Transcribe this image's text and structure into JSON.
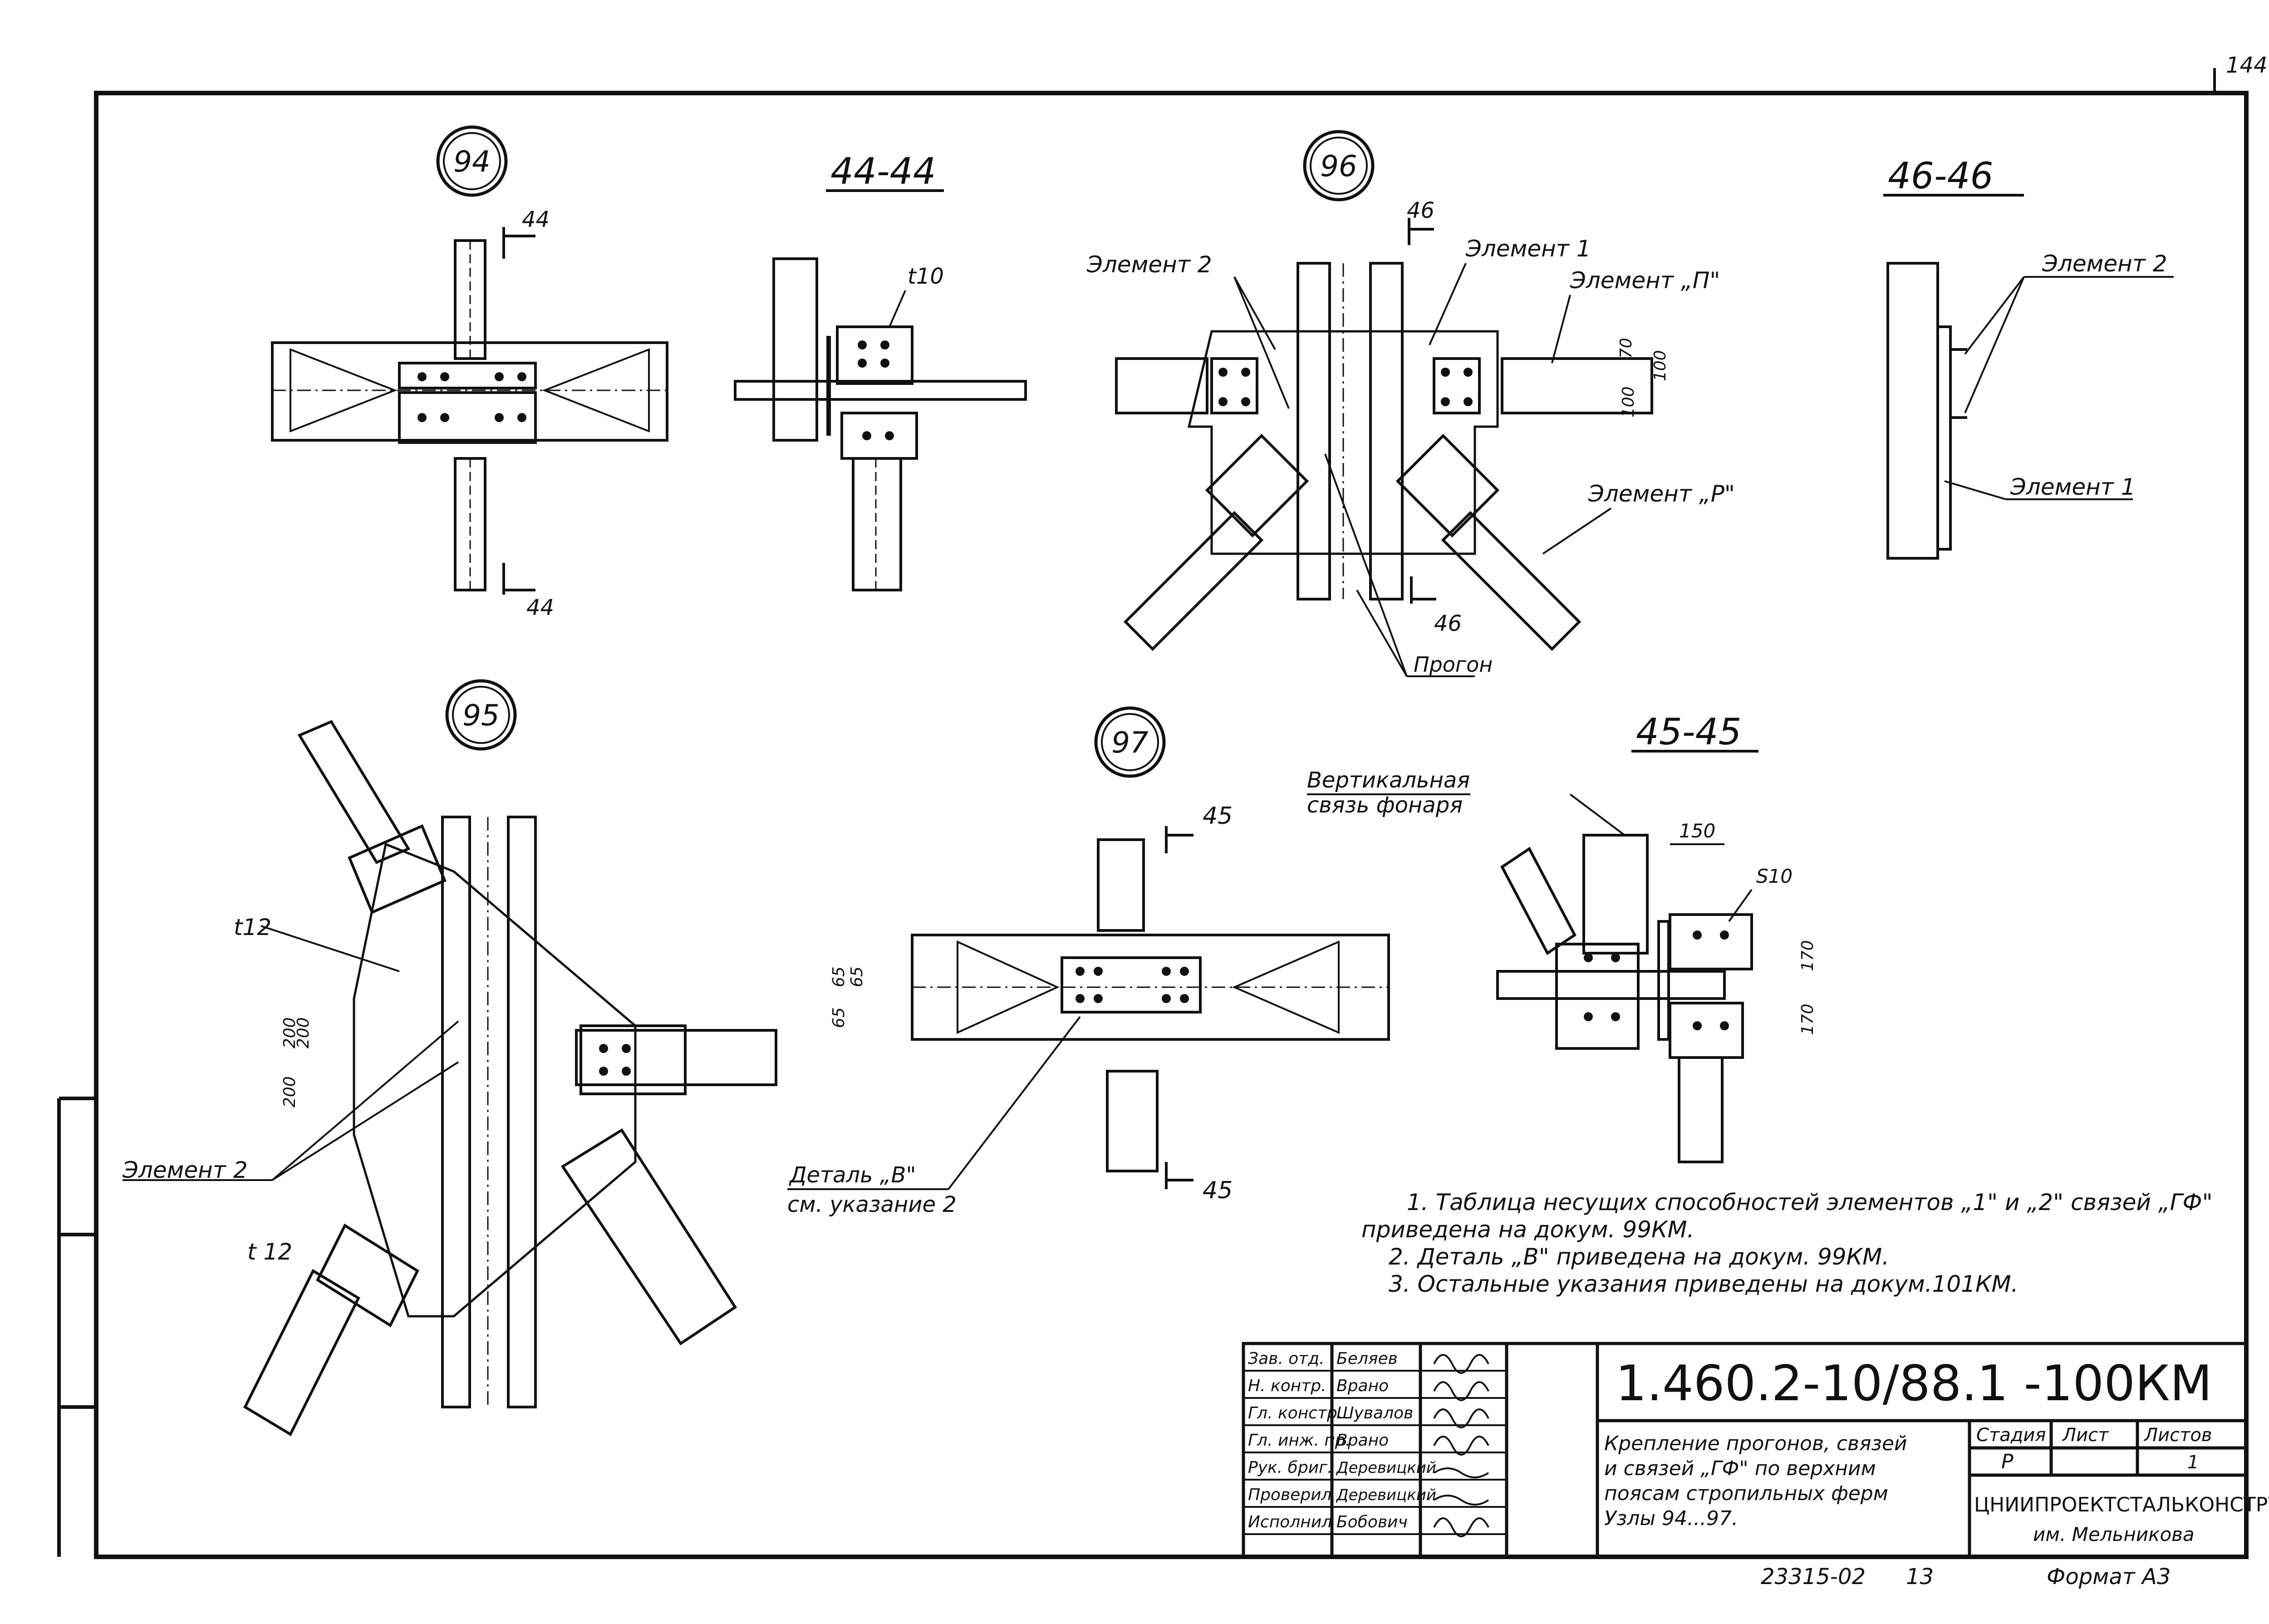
{
  "sheet": {
    "page_number": "144",
    "designation": "1.460.2-10/88.1 -100КМ",
    "archive_number": "23315-02",
    "archive_suffix": "13",
    "format": "Формат А3"
  },
  "nodes": [
    {
      "id": "node-94",
      "label": "94"
    },
    {
      "id": "node-95",
      "label": "95"
    },
    {
      "id": "node-96",
      "label": "96"
    },
    {
      "id": "node-97",
      "label": "97"
    }
  ],
  "sections": {
    "s44": "44-44",
    "s46": "46-46",
    "s45": "45-45",
    "cut44": "44",
    "cut46": "46",
    "cut45": "45"
  },
  "labels": {
    "t10": "t10",
    "t12a": "t12",
    "t12b": "t 12",
    "element2": "Элемент 2",
    "element1": "Элемент 1",
    "elementP": "Элемент „П\"",
    "elementR": "Элемент „Р\"",
    "progon": "Прогон",
    "vert_line1": "Вертикальная",
    "vert_line2": "связь фонаря",
    "detail_line1": "Деталь „В\"",
    "detail_line2": "см. указание 2",
    "s10": "S10"
  },
  "dims": {
    "d70": "70",
    "d100": "100",
    "d200": "200",
    "d65": "65",
    "d150": "150",
    "d170": "170"
  },
  "notes": [
    "1. Таблица несущих способностей элементов „1\" и „2\" связей „ГФ\"",
    "приведена на докум. 99КМ.",
    "2. Деталь „В\" приведена на докум. 99КМ.",
    "3. Остальные указания приведены на докум.101КМ."
  ],
  "title_block": {
    "roles": [
      "Зав. отд.",
      "Н. контр.",
      "Гл. констр.",
      "Гл. инж. пр.",
      "Рук. бриг.",
      "Проверил",
      "Исполнил"
    ],
    "names": [
      "Беляев",
      "Врано",
      "Шувалов",
      "Врано",
      "Деревицкий",
      "Деревицкий",
      "Бобович"
    ],
    "description": [
      "Крепление прогонов, связей",
      "и связей „ГФ\" по верхним",
      "поясам стропильных ферм",
      "Узлы 94...97."
    ],
    "stage_header": "Стадия",
    "sheet_header": "Лист",
    "sheets_header": "Листов",
    "stage_value": "Р",
    "sheets_value": "1",
    "organization": "ЦНИИПРОЕКТСТАЛЬКОНСТРУКЦИЯ",
    "organization_sub": "им. Мельникова"
  }
}
